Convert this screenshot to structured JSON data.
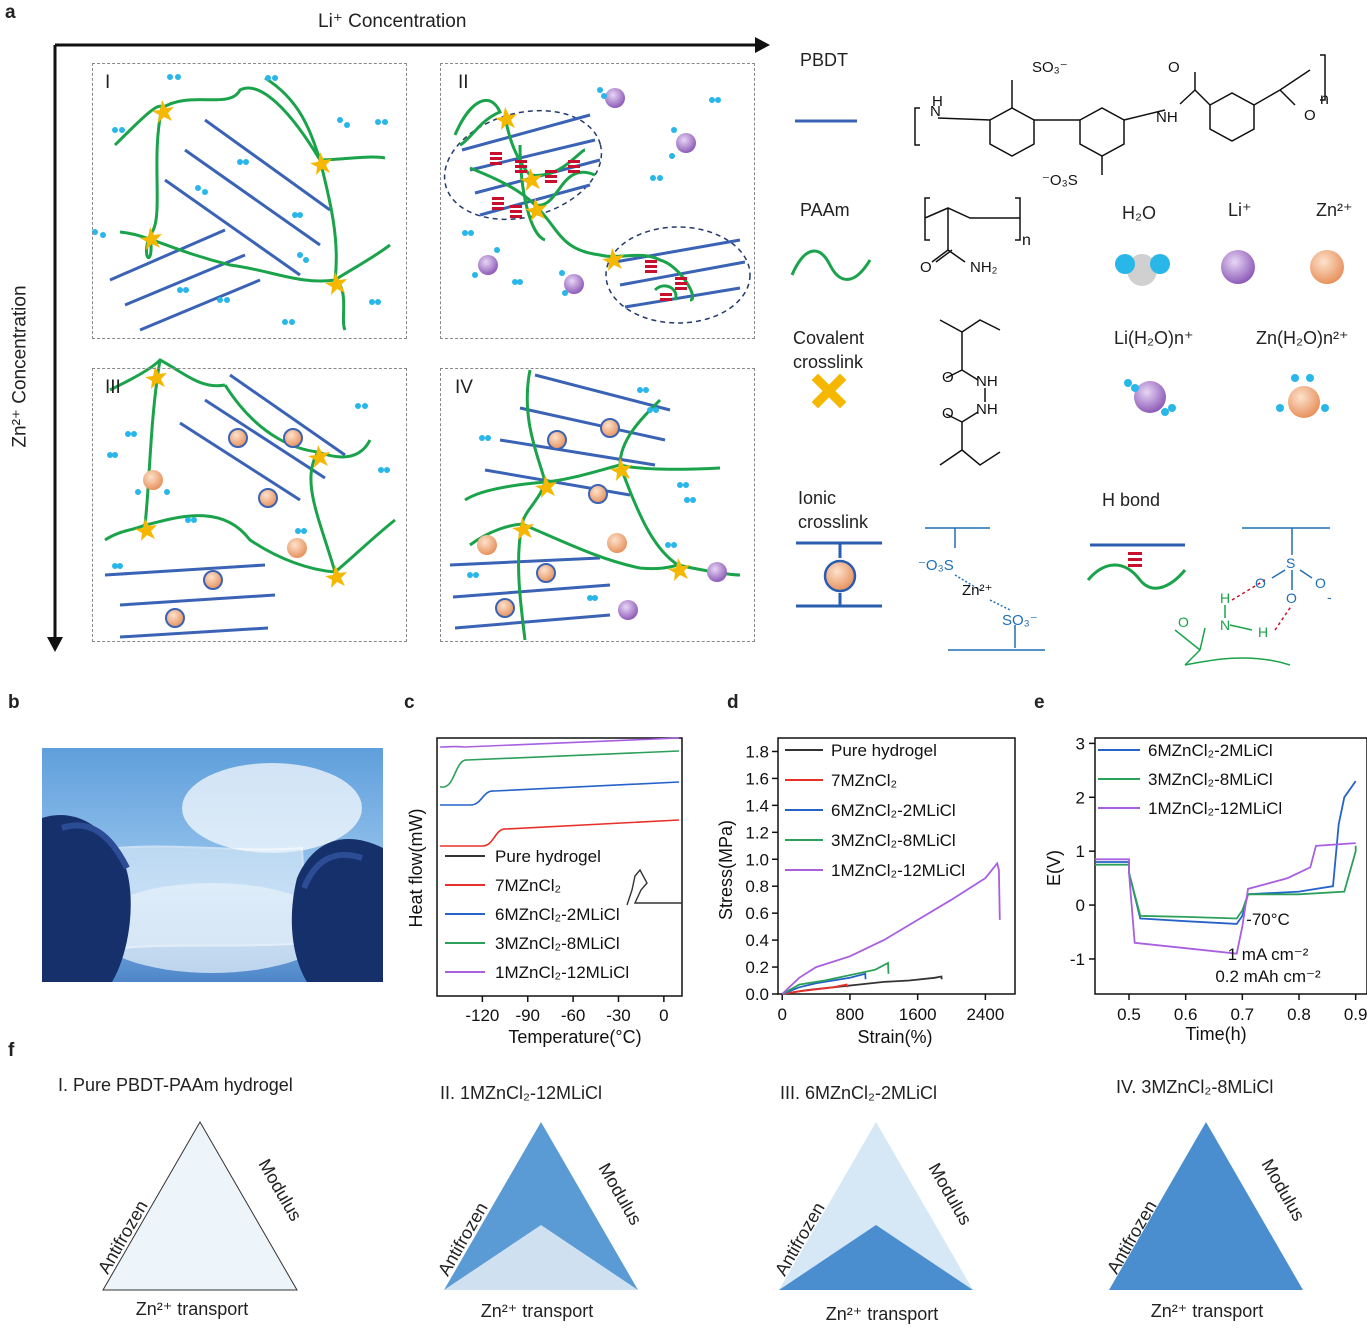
{
  "panel_labels": {
    "a": "a",
    "b": "b",
    "c": "c",
    "d": "d",
    "e": "e",
    "f": "f"
  },
  "panel_a": {
    "x_axis_label": "Li⁺ Concentration",
    "y_axis_label": "Zn²⁺ Concentration",
    "box_labels": [
      "I",
      "II",
      "III",
      "IV"
    ],
    "legend": {
      "pbdt": "PBDT",
      "paam": "PAAm",
      "covalent_l1": "Covalent",
      "covalent_l2": "crosslink",
      "ionic_l1": "Ionic",
      "ionic_l2": "crosslink",
      "h2o": "H₂O",
      "li": "Li⁺",
      "zn": "Zn²⁺",
      "li_hyd": "Li(H₂O)n⁺",
      "zn_hyd": "Zn(H₂O)n²⁺",
      "hbond": "H bond"
    },
    "chem": {
      "so3_top": "SO₃⁻",
      "so3_bottom": "⁻O₃S",
      "nh_left": "N",
      "h_left": "H",
      "nh_right": "NH",
      "o_right": "O",
      "n_sub": "n",
      "paam_o": "O",
      "paam_nh2": "NH₂",
      "paam_n": "n",
      "cov_o1": "O",
      "cov_o2": "O",
      "cov_nh1": "NH",
      "cov_nh2": "NH",
      "ion_o3s": "⁻O₃S",
      "ion_zn": "Zn²⁺",
      "ion_so3": "SO₃⁻",
      "hb_o1": "O",
      "hb_s": "S",
      "hb_o2": "O",
      "hb_o3": "O",
      "hb_minus": "-",
      "hb_h1": "H",
      "hb_n": "N",
      "hb_h2": "H",
      "hb_o4": "O"
    },
    "colors": {
      "pbdt": "#3b63b5",
      "paam": "#1aa34a",
      "crosslink": "#f5b700",
      "li": "#9b6fc0",
      "zn": "#f0a070",
      "water": "#29b6e8",
      "hbond": "#c8102e"
    }
  },
  "chart_c": {
    "type": "line",
    "xlabel": "Temperature(°C)",
    "ylabel": "Heat flow(mW)",
    "xticks": [
      "-120",
      "-90",
      "-60",
      "-30",
      "0"
    ],
    "xlim": [
      -150,
      12
    ],
    "series": [
      {
        "name": "Pure hydrogel",
        "color": "#333333"
      },
      {
        "name": "7MZnCl₂",
        "color": "#e8302a"
      },
      {
        "name": "6MZnCl₂-2MLiCl",
        "color": "#2563c9"
      },
      {
        "name": "3MZnCl₂-8MLiCl",
        "color": "#2ca05a"
      },
      {
        "name": "1MZnCl₂-12MLiCl",
        "color": "#a85fe0"
      }
    ]
  },
  "chart_d": {
    "type": "line",
    "xlabel": "Strain(%)",
    "ylabel": "Stress(MPa)",
    "xticks": [
      "0",
      "800",
      "1600",
      "2400"
    ],
    "yticks": [
      "0.0",
      "0.2",
      "0.4",
      "0.6",
      "0.8",
      "1.0",
      "1.2",
      "1.4",
      "1.6",
      "1.8"
    ],
    "xlim": [
      -50,
      2750
    ],
    "ylim": [
      0,
      1.9
    ],
    "series": [
      {
        "name": "Pure hydrogel",
        "color": "#333333",
        "x": [
          0,
          300,
          600,
          900,
          1200,
          1500,
          1800,
          1880,
          1885
        ],
        "y": [
          0,
          0.03,
          0.05,
          0.07,
          0.09,
          0.1,
          0.12,
          0.13,
          0.11
        ]
      },
      {
        "name": "7MZnCl₂",
        "color": "#e8302a",
        "x": [
          0,
          200,
          400,
          600,
          760,
          770
        ],
        "y": [
          0,
          0.02,
          0.035,
          0.05,
          0.07,
          0.05
        ]
      },
      {
        "name": "6MZnCl₂-2MLiCl",
        "color": "#2563c9",
        "x": [
          0,
          200,
          400,
          600,
          800,
          980,
          985
        ],
        "y": [
          0,
          0.05,
          0.08,
          0.1,
          0.12,
          0.15,
          0.11
        ]
      },
      {
        "name": "3MZnCl₂-8MLiCl",
        "color": "#2ca05a",
        "x": [
          0,
          200,
          500,
          800,
          1100,
          1250,
          1255
        ],
        "y": [
          0,
          0.07,
          0.1,
          0.14,
          0.18,
          0.23,
          0.15
        ]
      },
      {
        "name": "1MZnCl₂-12MLiCl",
        "color": "#a85fe0",
        "x": [
          0,
          200,
          400,
          800,
          1200,
          1600,
          2000,
          2400,
          2540,
          2560,
          2570
        ],
        "y": [
          0,
          0.12,
          0.2,
          0.28,
          0.4,
          0.55,
          0.7,
          0.86,
          0.97,
          0.92,
          0.55
        ]
      }
    ]
  },
  "chart_e": {
    "type": "line",
    "xlabel": "Time(h)",
    "ylabel": "E(V)",
    "xticks": [
      "0.5",
      "0.6",
      "0.7",
      "0.8",
      "0.9"
    ],
    "yticks": [
      "-1",
      "0",
      "1",
      "2",
      "3"
    ],
    "xlim": [
      0.44,
      0.92
    ],
    "ylim": [
      -1.65,
      3.1
    ],
    "annotations": [
      "-70°C",
      "1 mA cm⁻²",
      "0.2 mAh cm⁻²"
    ],
    "series": [
      {
        "name": "6MZnCl₂-2MLiCl",
        "color": "#2563c9",
        "x": [
          0.44,
          0.5,
          0.5,
          0.52,
          0.6,
          0.69,
          0.7,
          0.71,
          0.8,
          0.86,
          0.87,
          0.88,
          0.9
        ],
        "y": [
          0.8,
          0.8,
          0.6,
          -0.25,
          -0.3,
          -0.35,
          -0.2,
          0.2,
          0.25,
          0.35,
          1.5,
          2.0,
          2.3
        ]
      },
      {
        "name": "3MZnCl₂-8MLiCl",
        "color": "#2ca05a",
        "x": [
          0.44,
          0.5,
          0.5,
          0.52,
          0.6,
          0.69,
          0.7,
          0.71,
          0.8,
          0.88,
          0.9,
          0.9
        ],
        "y": [
          0.75,
          0.75,
          0.6,
          -0.2,
          -0.22,
          -0.25,
          -0.1,
          0.2,
          0.2,
          0.25,
          1.0,
          1.1
        ]
      },
      {
        "name": "1MZnCl₂-12MLiCl",
        "color": "#a85fe0",
        "x": [
          0.44,
          0.5,
          0.5,
          0.51,
          0.6,
          0.69,
          0.7,
          0.71,
          0.78,
          0.82,
          0.83,
          0.9
        ],
        "y": [
          0.85,
          0.85,
          0.6,
          -0.7,
          -0.8,
          -0.9,
          -0.4,
          0.3,
          0.5,
          0.7,
          1.1,
          1.15
        ]
      }
    ]
  },
  "panel_f": {
    "triangles": [
      {
        "title": "I. Pure PBDT-PAAm hydrogel",
        "left": "Antifrozen",
        "right": "Modulus",
        "bottom": "Zn²⁺ transport"
      },
      {
        "title": "II. 1MZnCl₂-12MLiCl",
        "left": "Antifrozen",
        "right": "Modulus",
        "bottom": "Zn²⁺ transport"
      },
      {
        "title": "III. 6MZnCl₂-2MLiCl",
        "left": "Antifrozen",
        "right": "Modulus",
        "bottom": "Zn²⁺ transport"
      },
      {
        "title": "IV. 3MZnCl₂-8MLiCl",
        "left": "Antifrozen",
        "right": "Modulus",
        "bottom": "Zn²⁺ transport"
      }
    ]
  }
}
